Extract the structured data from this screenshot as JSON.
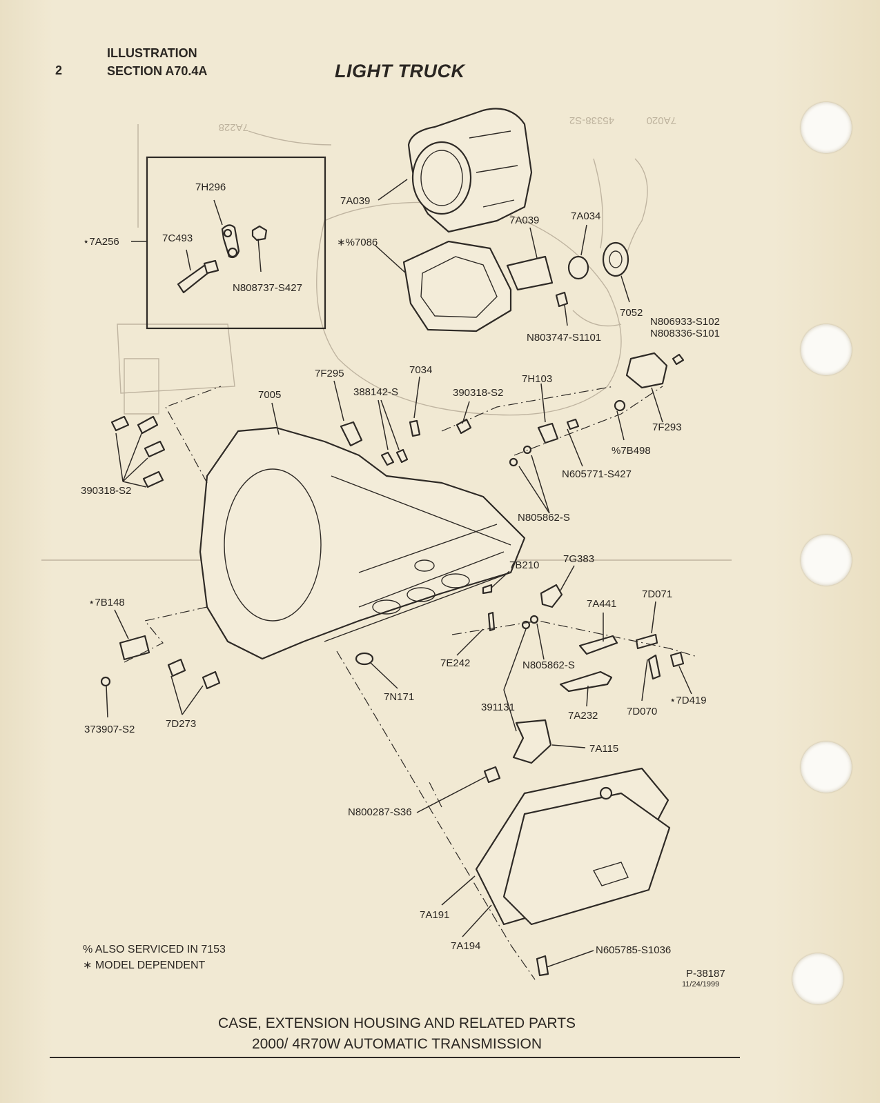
{
  "header": {
    "page_number": "2",
    "line1": "ILLUSTRATION",
    "line2": "SECTION A70.4A",
    "title": "LIGHT TRUCK"
  },
  "labels": {
    "p7H296": "7H296",
    "p7C493": "7C493",
    "p7A256": "⋆7A256",
    "pN808737": "N808737-S427",
    "p7A039a": "7A039",
    "p7A039b": "7A039",
    "p7A034": "7A034",
    "p7086": "∗%7086",
    "p7052": "7052",
    "pN803747": "N803747-S1101",
    "pN806933": "N806933-S102",
    "pN808336": "N808336-S101",
    "p7F295": "7F295",
    "p7034": "7034",
    "p388142": "388142-S",
    "p390318b": "390318-S2",
    "p7H103": "7H103",
    "p7005": "7005",
    "p7F293": "7F293",
    "p7B498": "%7B498",
    "pN605771": "N605771-S427",
    "pN805862a": "N805862-S",
    "p390318a": "390318-S2",
    "p7B210": "7B210",
    "p7G383": "7G383",
    "p7D071": "7D071",
    "p7A441": "7A441",
    "p7B148": "⋆7B148",
    "p7E242": "7E242",
    "pN805862b": "N805862-S",
    "p7N171": "7N171",
    "p391131": "391131",
    "p7A232": "7A232",
    "p7D070": "7D070",
    "p7D419": "⋆7D419",
    "p373907": "373907-S2",
    "p7D273": "7D273",
    "p7A115": "7A115",
    "pN800287": "N800287-S36",
    "p7A191": "7A191",
    "p7A194": "7A194",
    "pN605785": "N605785-S1036"
  },
  "legend": {
    "line1": "%  ALSO SERVICED IN 7153",
    "line2": "∗  MODEL DEPENDENT"
  },
  "figure": {
    "number": "P-38187",
    "date": "11/24/1999"
  },
  "caption": {
    "line1": "CASE, EXTENSION HOUSING AND RELATED PARTS",
    "line2": "2000/ 4R70W AUTOMATIC TRANSMISSION"
  }
}
